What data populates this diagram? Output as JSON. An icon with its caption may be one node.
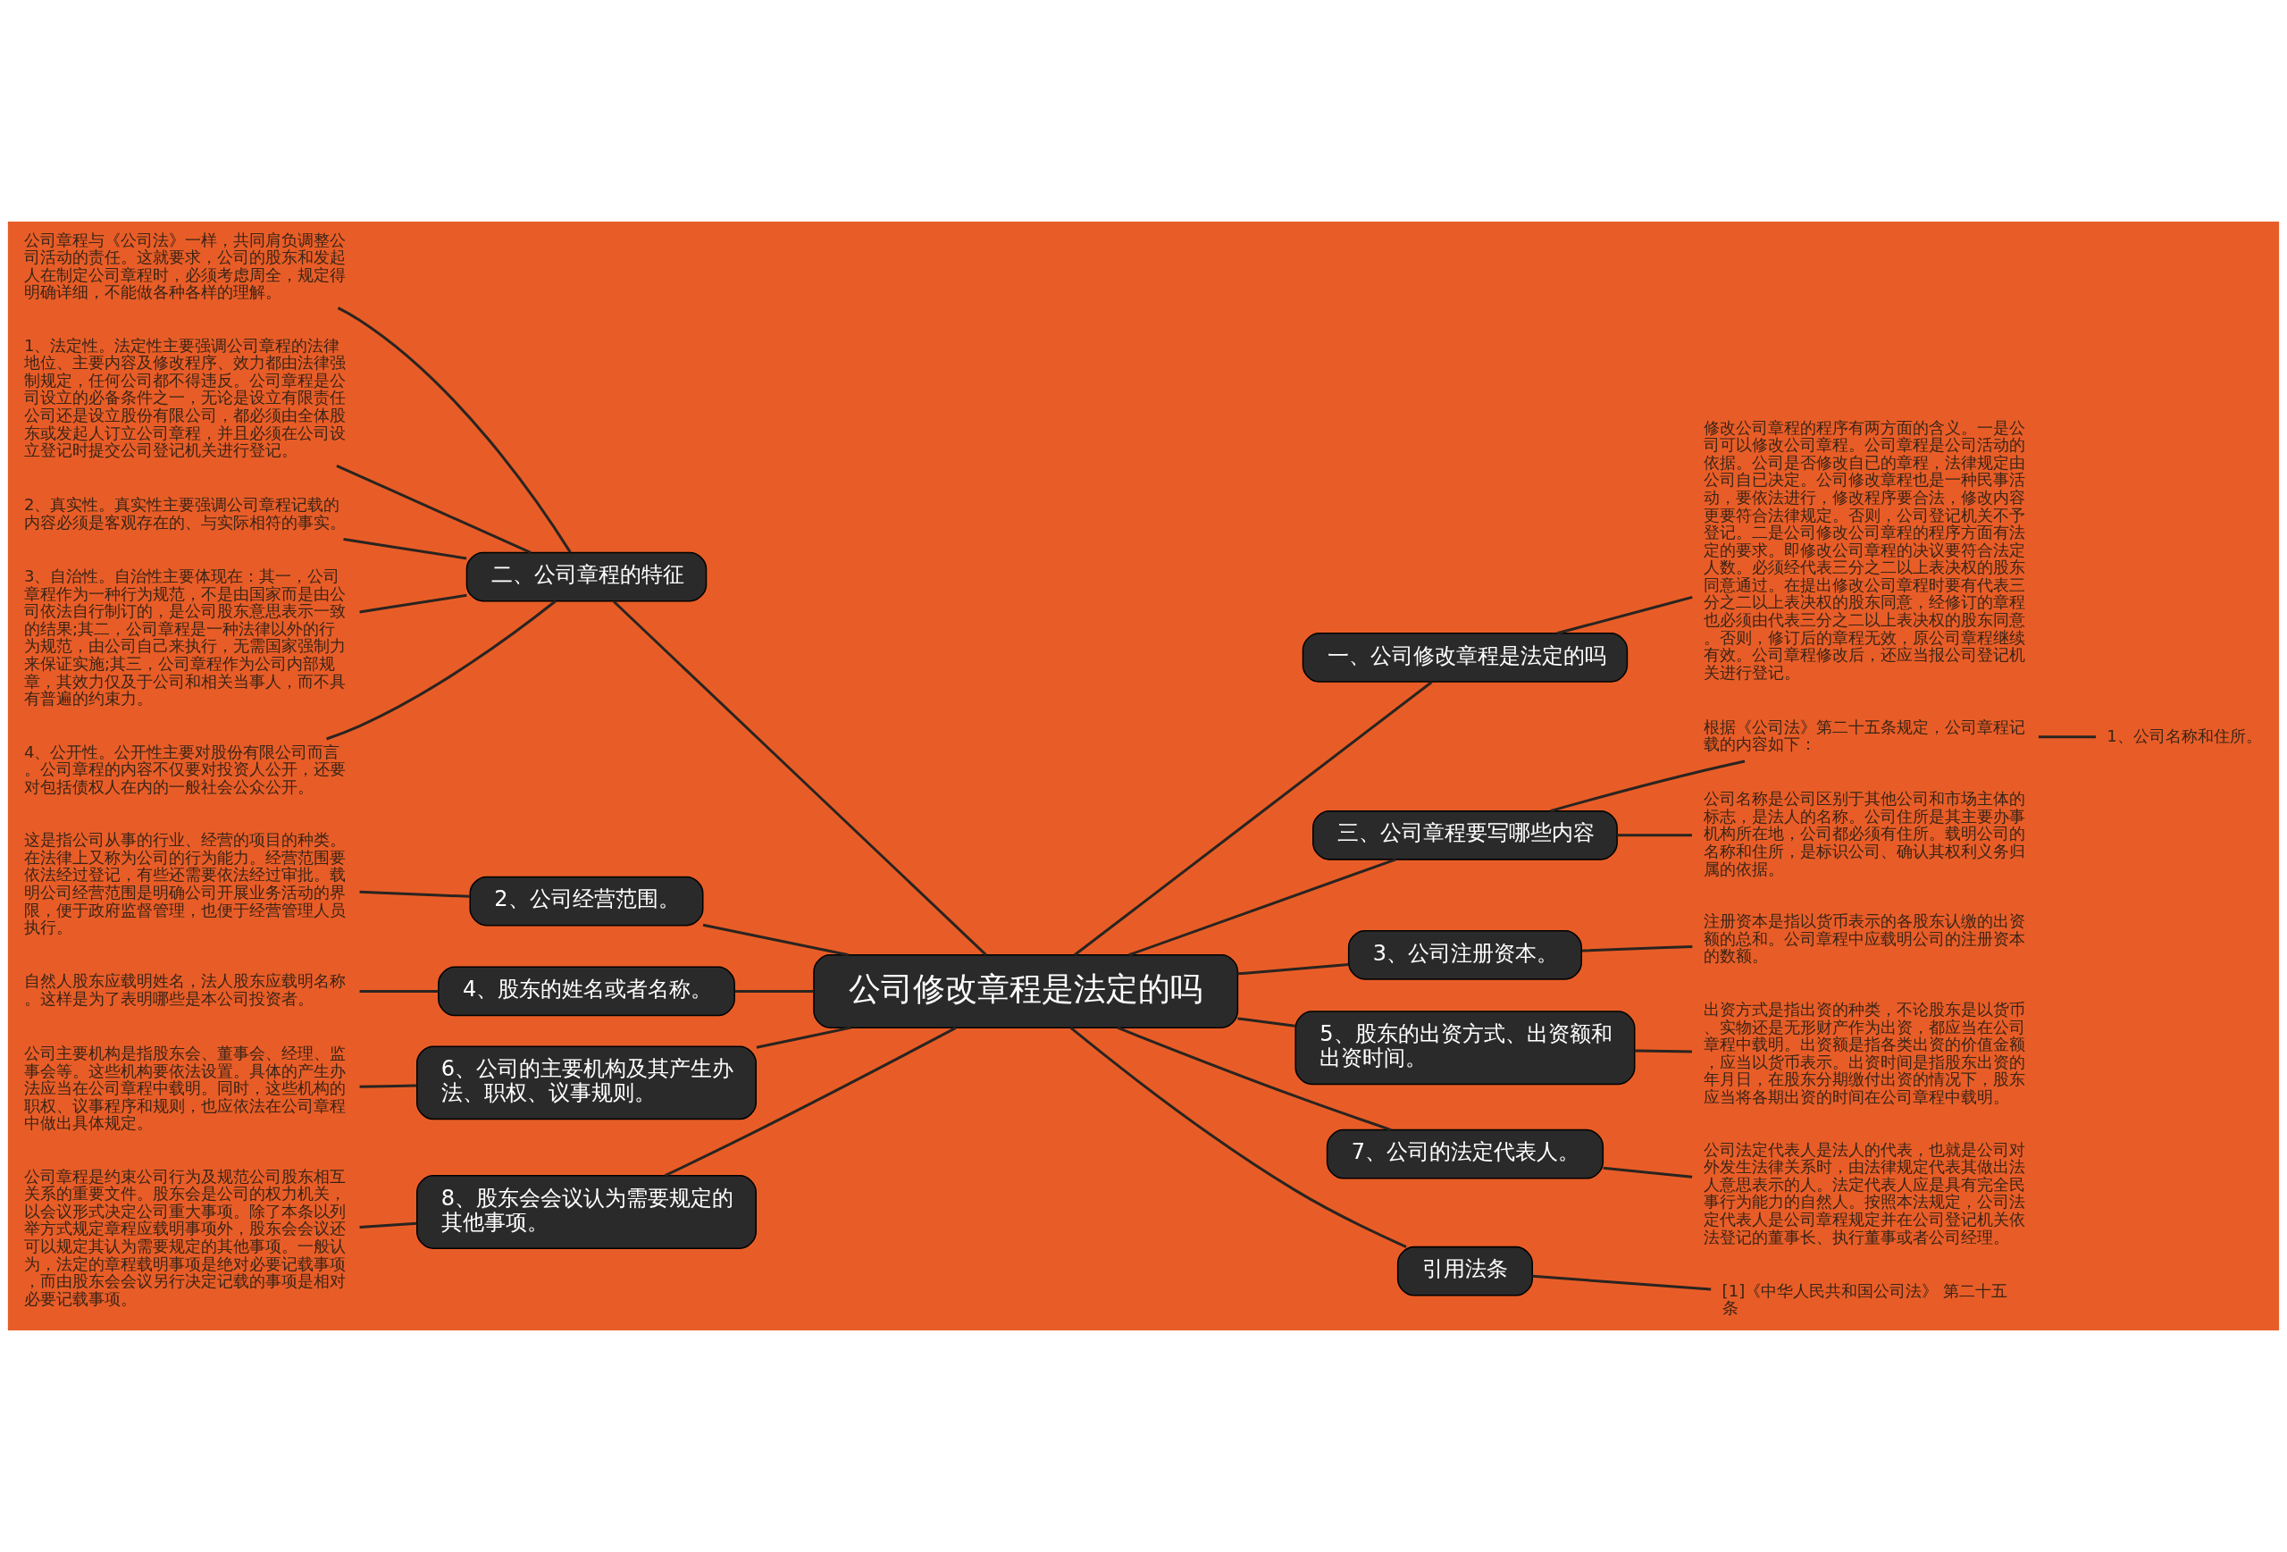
{
  "diagram": {
    "nodes": [
      {
        "text": [
          "公司修改章程是法定的吗"
        ]
      },
      {
        "text": [
          "一、公司修改章程是法定的吗"
        ]
      },
      {
        "text": [
          "修改公司章程的程序有两方面的含义。一是公司可以修改公司章程。公司章程是公司活动的依据。公司是否修改自已的章程，法律规定由公司自已决定。公司修改章程也是一种民事活动，要依法进行，修改程序要合法，修改内容更要符合法律规定。否则，公司登记机关不予登记。二是公司修改公司章程的程序方面有法定的要求。即修改公司章程的决议要符合法定人数。必须经代表三分之二以上表决权的股东同意通过。在提出修改公司章程时要有代表三分之二以上表决权的股东同意，经修订的章程也必须由代表三分之二以上表决权的股东同意。否则，修订后的章程无效，原公司章程继续有效。公司章程修改后，还应当报公司登记机关进行登记。"
        ]
      },
      {
        "text": [
          "三、公司章程要写哪些内容"
        ]
      },
      {
        "text": [
          "根据《公司法》第二十五条规定，公司章程记载的内容如下："
        ]
      },
      {
        "text": [
          "1、公司名称和住所。"
        ]
      },
      {
        "text": [
          "公司名称是公司区别于其他公司和市场主体的标志，是法人的名称。公司住所是其主要办事机构所在地，公司都必须有住所。载明公司的名称和住所，是标识公司、确认其权利义务归属的依据。"
        ]
      },
      {
        "text": [
          "3、公司注册资本。"
        ]
      },
      {
        "text": [
          "注册资本是指以货币表示的各股东认缴的出资额的总和。公司章程中应载明公司的注册资本的数额。"
        ]
      },
      {
        "text": [
          "5、股东的出资方式、出资额和出资时间。"
        ]
      },
      {
        "text": [
          "出资方式是指出资的种类，不论股东是以货币、实物还是无形财产作为出资，都应当在公司章程中载明。出资额是指各类出资的价值金额，应当以货币表示。出资时间是指股东出资的年月日，在股东分期缴付出资的情况下，股东应当将各期出资的时间在公司章程中载明。"
        ]
      },
      {
        "text": [
          "7、公司的法定代表人。"
        ]
      },
      {
        "text": [
          "公司法定代表人是法人的代表，也就是公司对外发生法律关系时，由法律规定代表其做出法人意思表示的人。法定代表人应是具有完全民事行为能力的自然人。按照本法规定，公司法定代表人是公司章程规定并在公司登记机关依法登记的董事长、执行董事或者公司经理。"
        ]
      },
      {
        "text": [
          "引用法条"
        ]
      },
      {
        "text": [
          "[1]《中华人民共和国公司法》 第二十五条"
        ]
      },
      {
        "text": [
          "二、公司章程的特征"
        ]
      },
      {
        "text": [
          "公司章程与《公司法》一样，共同肩负调整公司活动的责任。这就要求，公司的股东和发起人在制定公司章程时，必须考虑周全，规定得明确详细，不能做各种各样的理解。"
        ]
      },
      {
        "text": [
          "1、法定性。法定性主要强调公司章程的法律地位、主要内容及修改程序、效力都由法律强制规定，任何公司都不得违反。公司章程是公司设立的必备条件之一，无论是设立有限责任公司还是设立股份有限公司，都必须由全体股东或发起人订立公司章程，并且必须在公司设立登记时提交公司登记机关进行登记。"
        ]
      },
      {
        "text": [
          "2、真实性。真实性主要强调公司章程记载的内容必须是客观存在的、与实际相符的事实。"
        ]
      },
      {
        "text": [
          "3、自治性。自治性主要体现在：其一，公司章程作为一种行为规范，不是由国家而是由公司依法自行制订的，是公司股东意思表示一致的结果;其二，公司章程是一种法律以外的行为规范，由公司自己来执行，无需国家强制力来保证实施;其三，公司章程作为公司内部规章，其效力仅及于公司和相关当事人，而不具有普遍的约束力。"
        ]
      },
      {
        "text": [
          "4、公开性。公开性主要对股份有限公司而言。公司章程的内容不仅要对投资人公开，还要对包括债权人在内的一般社会公众公开。"
        ]
      },
      {
        "text": [
          "2、公司经营范围。"
        ]
      },
      {
        "text": [
          "这是指公司从事的行业、经营的项目的种类。在法律上又称为公司的行为能力。经营范围要依法经过登记，有些还需要依法经过审批。载明公司经营范围是明确公司开展业务活动的界限，便于政府监督管理，也便于经营管理人员执行。"
        ]
      },
      {
        "text": [
          "4、股东的姓名或者名称。"
        ]
      },
      {
        "text": [
          "自然人股东应载明姓名，法人股东应载明名称。这样是为了表明哪些是本公司投资者。"
        ]
      },
      {
        "text": [
          "6、公司的主要机构及其产生办法、职权、议事规则。"
        ]
      },
      {
        "text": [
          "公司主要机构是指股东会、董事会、经理、监事会等。这些机构要依法设置。具体的产生办法应当在公司章程中载明。同时，这些机构的职权、议事程序和规则，也应依法在公司章程中做出具体规定。"
        ]
      },
      {
        "text": [
          "8、股东会会议认为需要规定的其他事项。"
        ]
      },
      {
        "text": [
          "公司章程是约束公司行为及规范公司股东相互关系的重要文件。股东会是公司的权力机关，以会议形式决定公司重大事项。除了本条以列举方式规定章程应载明事项外，股东会会议还可以规定其认为需要规定的其他事项。一般认为，法定的章程载明事项是绝对必要记载事项，而由股东会会议另行决定记载的事项是相对必要记载事项。"
        ]
      }
    ],
    "edges": [
      {
        "from": 0,
        "to": 1,
        "arrow": "none"
      },
      {
        "from": 1,
        "to": 2,
        "arrow": "none"
      },
      {
        "from": 0,
        "to": 3,
        "arrow": "none"
      },
      {
        "from": 3,
        "to": 4,
        "arrow": "none"
      },
      {
        "from": 4,
        "to": 5,
        "arrow": "none"
      },
      {
        "from": 3,
        "to": 6,
        "arrow": "none"
      },
      {
        "from": 0,
        "to": 7,
        "arrow": "none"
      },
      {
        "from": 7,
        "to": 8,
        "arrow": "none"
      },
      {
        "from": 0,
        "to": 9,
        "arrow": "none"
      },
      {
        "from": 9,
        "to": 10,
        "arrow": "none"
      },
      {
        "from": 0,
        "to": 11,
        "arrow": "none"
      },
      {
        "from": 11,
        "to": 12,
        "arrow": "none"
      },
      {
        "from": 0,
        "to": 13,
        "arrow": "none"
      },
      {
        "from": 13,
        "to": 14,
        "arrow": "none"
      },
      {
        "from": 0,
        "to": 15,
        "arrow": "none"
      },
      {
        "from": 15,
        "to": 16,
        "arrow": "none"
      },
      {
        "from": 15,
        "to": 17,
        "arrow": "none"
      },
      {
        "from": 15,
        "to": 18,
        "arrow": "none"
      },
      {
        "from": 15,
        "to": 19,
        "arrow": "none"
      },
      {
        "from": 15,
        "to": 20,
        "arrow": "none"
      },
      {
        "from": 0,
        "to": 21,
        "arrow": "none"
      },
      {
        "from": 21,
        "to": 22,
        "arrow": "none"
      },
      {
        "from": 0,
        "to": 23,
        "arrow": "none"
      },
      {
        "from": 23,
        "to": 24,
        "arrow": "none"
      },
      {
        "from": 0,
        "to": 25,
        "arrow": "none"
      },
      {
        "from": 25,
        "to": 26,
        "arrow": "none"
      },
      {
        "from": 0,
        "to": 27,
        "arrow": "none"
      },
      {
        "from": 27,
        "to": 28,
        "arrow": "none"
      }
    ]
  }
}
